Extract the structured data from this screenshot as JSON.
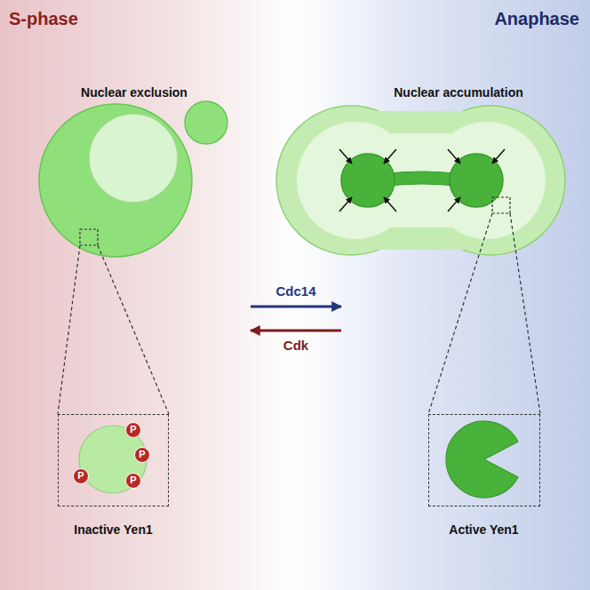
{
  "diagram": {
    "nodes": [
      {
        "text": [
          "Nuclear exclusion"
        ]
      },
      {
        "text": [
          "Nuclear accumulation"
        ]
      },
      {
        "text": [
          "Inactive Yen1"
        ]
      },
      {
        "text": [
          "Active Yen1"
        ]
      }
    ],
    "edges": [
      {
        "from": 0,
        "to": 1,
        "label": "Cdc14",
        "arrow": "to"
      },
      {
        "from": 1,
        "to": 0,
        "label": "Cdk",
        "arrow": "to"
      }
    ],
    "labels": [
      "S-phase",
      "Anaphase",
      "P",
      "P",
      "P",
      "P"
    ]
  }
}
